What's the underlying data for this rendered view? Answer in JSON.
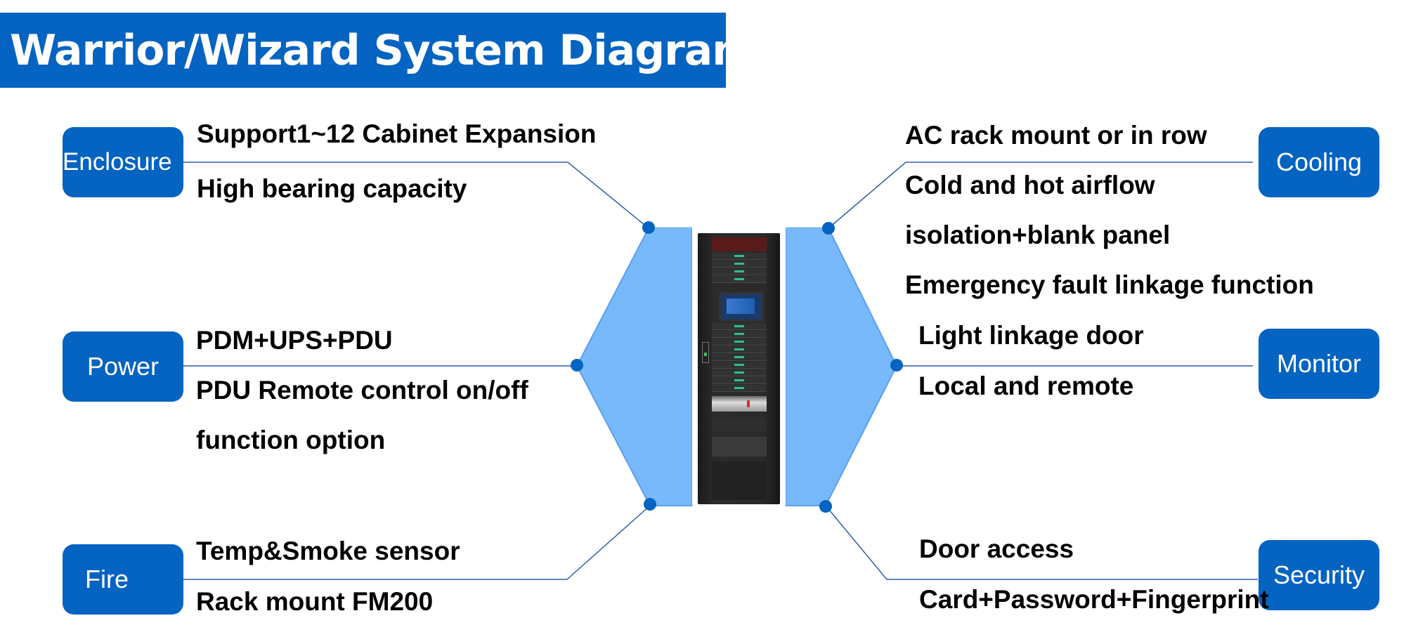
{
  "title": "Warrior/Wizard System Diagram",
  "colors": {
    "title_bg": "#0563c1",
    "box_bg": "#0563c1",
    "hexagon_fill": "#77b9fa",
    "connector_dot": "#0563c1",
    "connector_line": "#2e5ea8"
  },
  "center_image": "cabinet-rack",
  "categories": {
    "enclosure": {
      "label": "Enclosure",
      "features": [
        "Support1~12 Cabinet Expansion",
        "High bearing capacity"
      ]
    },
    "power": {
      "label": "Power",
      "features": [
        "PDM+UPS+PDU",
        "PDU Remote control on/off",
        "function option"
      ]
    },
    "fire": {
      "label": "Fire",
      "features": [
        "Temp&Smoke sensor",
        "Rack mount FM200"
      ]
    },
    "cooling": {
      "label": "Cooling",
      "features": [
        "AC rack mount or in row",
        "Cold and hot airflow",
        "isolation+blank panel",
        "Emergency fault linkage function"
      ]
    },
    "monitor": {
      "label": "Monitor",
      "features": [
        "Light linkage door",
        "Local and remote"
      ]
    },
    "security": {
      "label": "Security",
      "features": [
        "Door access",
        "Card+Password+Fingerprint"
      ]
    }
  }
}
